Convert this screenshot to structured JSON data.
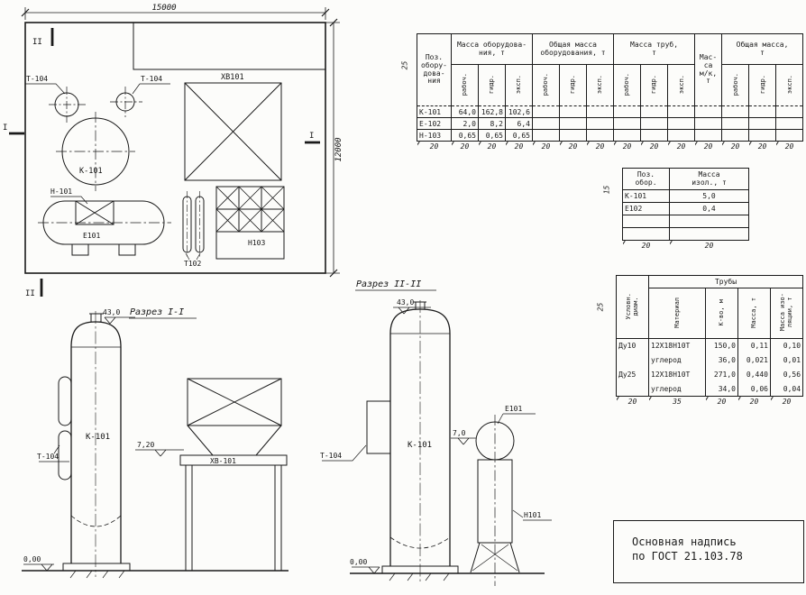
{
  "plan": {
    "dims": {
      "width": "15000",
      "height": "12000"
    },
    "labels": {
      "t104_a": "Т-104",
      "t104_b": "Т-104",
      "xb101": "ХВ101",
      "k101": "К-101",
      "h101": "Н-101",
      "e101": "Е101",
      "t102": "Т102",
      "h103": "Н103"
    },
    "marks": {
      "ii_top": "II",
      "ii_bottom": "II",
      "i_left": "I",
      "i_right": "I"
    }
  },
  "section1": {
    "title": "Разрез I-I",
    "elev_top": "43,0",
    "elev_mid": "7,20",
    "elev_zero": "0,00",
    "labels": {
      "column": "К-101",
      "t104": "Т-104",
      "xb101": "ХВ-101"
    }
  },
  "section2": {
    "title": "Разрез II-II",
    "elev_top": "43,0",
    "elev_mid": "7,0",
    "elev_zero": "0,00",
    "labels": {
      "column": "К-101",
      "t104": "Т-104",
      "e101": "Е101",
      "h101": "Н101"
    }
  },
  "equipment_table": {
    "col_pos": "Поз.\nобору-\nдова-\nния",
    "groups": [
      "Масса оборудова-\nния, т",
      "Общая масса\nоборудования, т",
      "Масса труб,\nт",
      "Мас-\nса\nм/к,\nт",
      "Общая масса,\nт"
    ],
    "sub": [
      "рабоч.",
      "гидр.",
      "эксп."
    ],
    "rows": [
      [
        "К-101",
        "64,0",
        "162,8",
        "102,6"
      ],
      [
        "Е-102",
        "2,0",
        "8,2",
        "6,4"
      ],
      [
        "Н-103",
        "0,65",
        "0,65",
        "0,65"
      ]
    ],
    "dim": "20",
    "dim_side": "25"
  },
  "insulation_table": {
    "col_pos": "Поз.\nобор.",
    "col_mass": "Масса\nизол., т",
    "rows": [
      [
        "К-101",
        "5,0"
      ],
      [
        "Е102",
        "0,4"
      ],
      [
        "",
        ""
      ],
      [
        "",
        ""
      ]
    ],
    "dims": [
      "20",
      "20"
    ],
    "dim_side": "15"
  },
  "pipes_table": {
    "title": "Трубы",
    "headers": [
      "Условн.\nдиам.",
      "Материал",
      "К-во, м",
      "Масса, т",
      "Масса изо-\nляции, т"
    ],
    "rows": [
      [
        "Ду10",
        "12Х18Н10Т",
        "150,0",
        "0,11",
        "0,10"
      ],
      [
        "",
        "углерод",
        "36,0",
        "0,021",
        "0,01"
      ],
      [
        "Ду25",
        "12Х18Н10Т",
        "271,0",
        "0,440",
        "0,56"
      ],
      [
        "",
        "углерод",
        "34,0",
        "0,06",
        "0,04"
      ]
    ],
    "dims": [
      "20",
      "35",
      "20",
      "20",
      "20"
    ],
    "dim_side": "25"
  },
  "title_block": {
    "line1": "Основная надпись",
    "line2": "по ГОСТ 21.103.78"
  }
}
